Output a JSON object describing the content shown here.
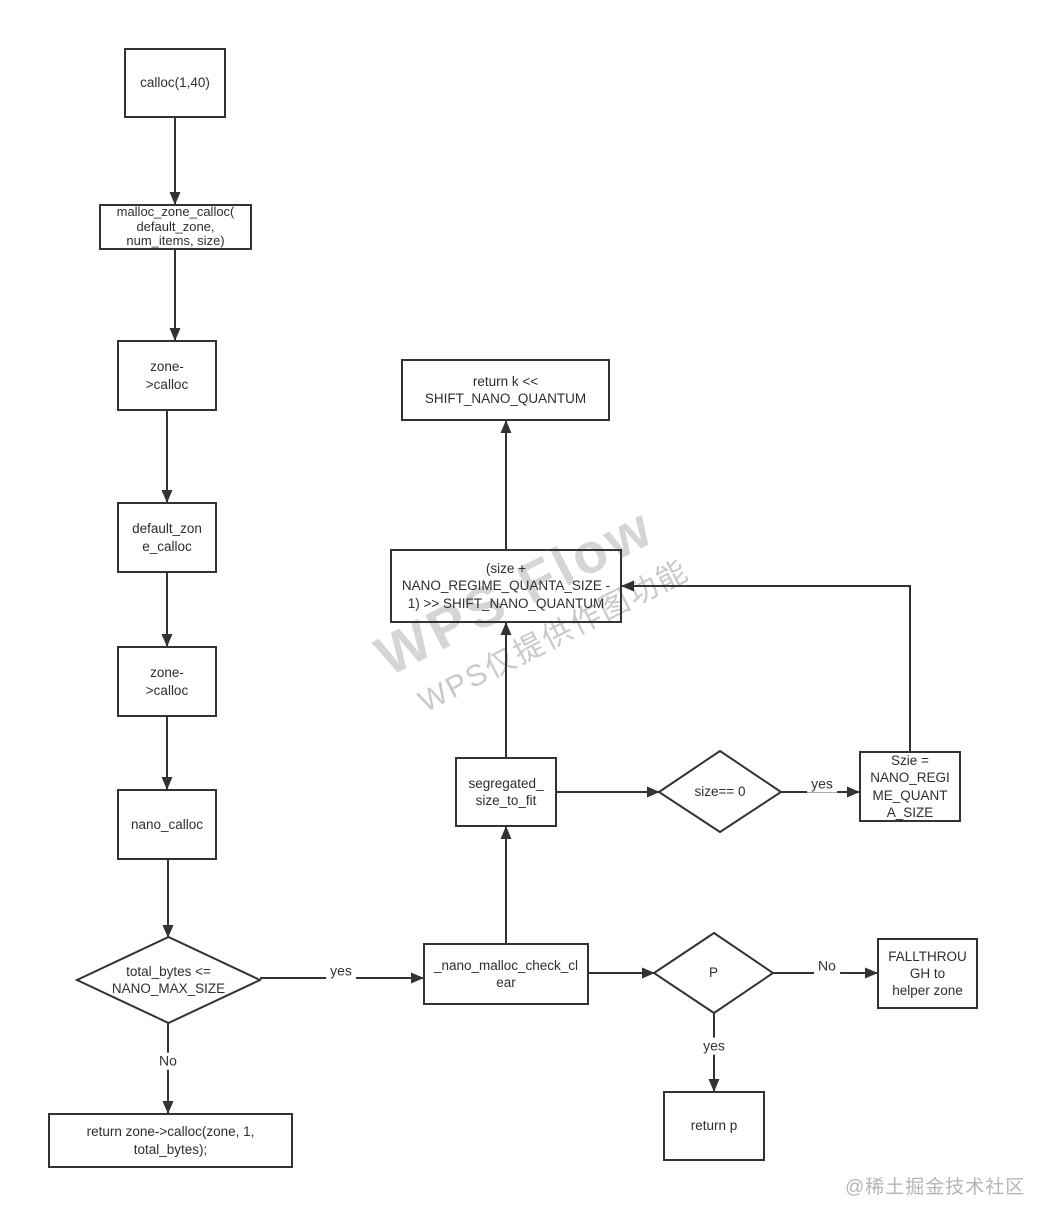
{
  "nodes": {
    "calloc": {
      "label": "calloc(1,40)"
    },
    "malloc_zone": {
      "label": "malloc_zone_calloc(\ndefault_zone,\nnum_items, size)"
    },
    "zone_calloc_1": {
      "label": "zone-\n>calloc"
    },
    "default_zone": {
      "label": "default_zon\ne_calloc"
    },
    "zone_calloc_2": {
      "label": "zone-\n>calloc"
    },
    "nano_calloc": {
      "label": "nano_calloc"
    },
    "total_bytes": {
      "label": "total_bytes <=\nNANO_MAX_SIZE"
    },
    "return_zone": {
      "label": "return zone->calloc(zone, 1,\ntotal_bytes);"
    },
    "return_k": {
      "label": "return k <<\nSHIFT_NANO_QUANTUM"
    },
    "size_formula": {
      "label": "(size +\nNANO_REGIME_QUANTA_SIZE -\n1) >> SHIFT_NANO_QUANTUM"
    },
    "segregated": {
      "label": "segregated_\nsize_to_fit"
    },
    "size_zero": {
      "label": "size== 0"
    },
    "szie": {
      "label": "Szie =\nNANO_REGI\nME_QUANT\nA_SIZE"
    },
    "nano_check": {
      "label": "_nano_malloc_check_cl\near"
    },
    "p_diamond": {
      "label": "P"
    },
    "fallthrough": {
      "label": "FALLTHROU\nGH to\nhelper zone"
    },
    "return_p": {
      "label": "return p"
    }
  },
  "edge_labels": {
    "total_bytes_yes": "yes",
    "total_bytes_no": "No",
    "size_zero_yes": "yes",
    "p_no": "No",
    "p_yes": "yes"
  },
  "watermarks": {
    "wps_flow": "WPS Flow",
    "wps_note": "WPS仅提供作图功能",
    "community": "@稀土掘金技术社区"
  },
  "colors": {
    "line": "#333333",
    "text": "#2e2e2e",
    "watermark": "#d5d5d5"
  }
}
